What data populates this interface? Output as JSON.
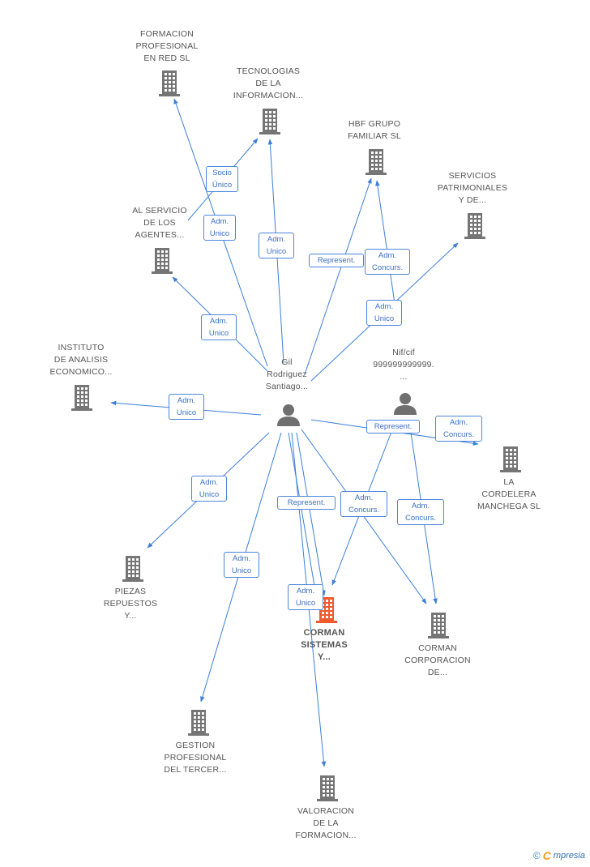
{
  "colors": {
    "edge": "#3c7fd8",
    "company": "#757575",
    "company_main": "#ef5b2f",
    "person": "#6f6f6f"
  },
  "nodes": {
    "gil": {
      "label": "Gil\nRodriguez\nSantiago...",
      "type": "person"
    },
    "nif": {
      "label": "Nif/cif\n999999999999.\n...",
      "type": "person"
    },
    "formacion": {
      "label": "FORMACION\nPROFESIONAL\nEN RED SL",
      "type": "company"
    },
    "tecnologias": {
      "label": "TECNOLOGIAS\nDE LA\nINFORMACION...",
      "type": "company"
    },
    "hbf": {
      "label": "HBF GRUPO\nFAMILIAR SL",
      "type": "company"
    },
    "servicios": {
      "label": "SERVICIOS\nPATRIMONIALES\nY DE...",
      "type": "company"
    },
    "alservicio": {
      "label": "AL SERVICIO\nDE LOS\nAGENTES...",
      "type": "company"
    },
    "instituto": {
      "label": "INSTITUTO\nDE ANALISIS\nECONOMICO...",
      "type": "company"
    },
    "cordelera": {
      "label": "LA\nCORDELERA\nMANCHEGA SL",
      "type": "company"
    },
    "piezas": {
      "label": "PIEZAS\nREPUESTOS\nY...",
      "type": "company"
    },
    "corman_sistemas": {
      "label": "CORMAN\nSISTEMAS\nY...",
      "type": "company_main"
    },
    "corman_corp": {
      "label": "CORMAN\nCORPORACION\nDE...",
      "type": "company"
    },
    "gestion": {
      "label": "GESTION\nPROFESIONAL\nDEL TERCER...",
      "type": "company"
    },
    "valoracion": {
      "label": "VALORACION\nDE LA\nFORMACION...",
      "type": "company"
    }
  },
  "edges": [
    {
      "from": "gil",
      "to": "formacion",
      "label": ""
    },
    {
      "from": "gil",
      "to": "tecnologias",
      "label": "Socio\nÚnico"
    },
    {
      "from": "gil",
      "to": "tecnologias",
      "label": "Adm.\nUnico"
    },
    {
      "from": "gil",
      "to": "hbf",
      "label": "Represent."
    },
    {
      "from": "gil",
      "to": "servicios",
      "label": "Adm.\nUnico"
    },
    {
      "from": "gil",
      "to": "alservicio",
      "label": "Adm.\nUnico"
    },
    {
      "from": "gil",
      "to": "instituto",
      "label": "Adm.\nUnico"
    },
    {
      "from": "gil",
      "to": "cordelera",
      "label": "Adm.\nConcurs."
    },
    {
      "from": "gil",
      "to": "piezas",
      "label": "Adm.\nUnico"
    },
    {
      "from": "gil",
      "to": "gestion",
      "label": "Adm.\nUnico"
    },
    {
      "from": "gil",
      "to": "valoracion",
      "label": ""
    },
    {
      "from": "gil",
      "to": "corman_sistemas",
      "label": "Represent."
    },
    {
      "from": "gil",
      "to": "corman_corp",
      "label": ""
    },
    {
      "from": "nif",
      "to": "hbf",
      "label": "Adm.\nConcurs."
    },
    {
      "from": "nif",
      "to": "cordelera",
      "label": "Represent."
    },
    {
      "from": "nif",
      "to": "corman_sistemas",
      "label": "Adm.\nConcurs."
    },
    {
      "from": "nif",
      "to": "corman_corp",
      "label": "Adm.\nConcurs."
    },
    {
      "from": "gil",
      "to": "corman_sistemas",
      "label": "Adm.\nUnico"
    }
  ],
  "brand": {
    "copyright": "©",
    "initial": "C",
    "name": "mpresia"
  }
}
